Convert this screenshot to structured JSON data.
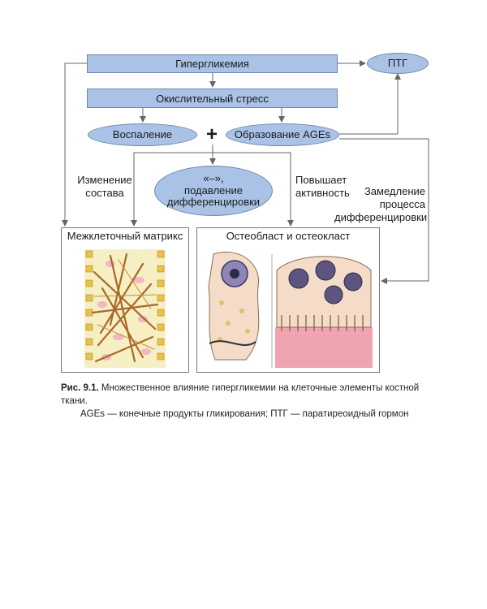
{
  "nodes": {
    "hyperglycemia": "Гипергликемия",
    "oxidative_stress": "Окислительный стресс",
    "inflammation": "Воспаление",
    "ages_formation": "Образование AGEs",
    "ptg": "ПТГ",
    "suppression_line1": "«–»,",
    "suppression_line2": "подавление",
    "suppression_line3": "дифференцировки",
    "plus_sign": "+"
  },
  "edge_labels": {
    "change_line1": "Изменение",
    "change_line2": "состава",
    "increase_line1": "Повышает",
    "increase_line2": "активность",
    "slowdown_line1": "Замедление",
    "slowdown_line2": "процесса",
    "slowdown_line3": "дифференцировки"
  },
  "panels": {
    "matrix_title": "Межклеточный матрикс",
    "cells_title": "Остеобласт и остеокласт"
  },
  "caption": {
    "fig_number": "Рис. 9.1.",
    "line1": "Множественное влияние гипергликемии на клеточные элементы костной ткани.",
    "line2": "AGEs — конечные продукты гликирования; ПТГ — паратиреоидный гормон"
  },
  "colors": {
    "node_fill": "#a9c2e6",
    "node_border": "#6f87ad",
    "arrow": "#666666"
  }
}
